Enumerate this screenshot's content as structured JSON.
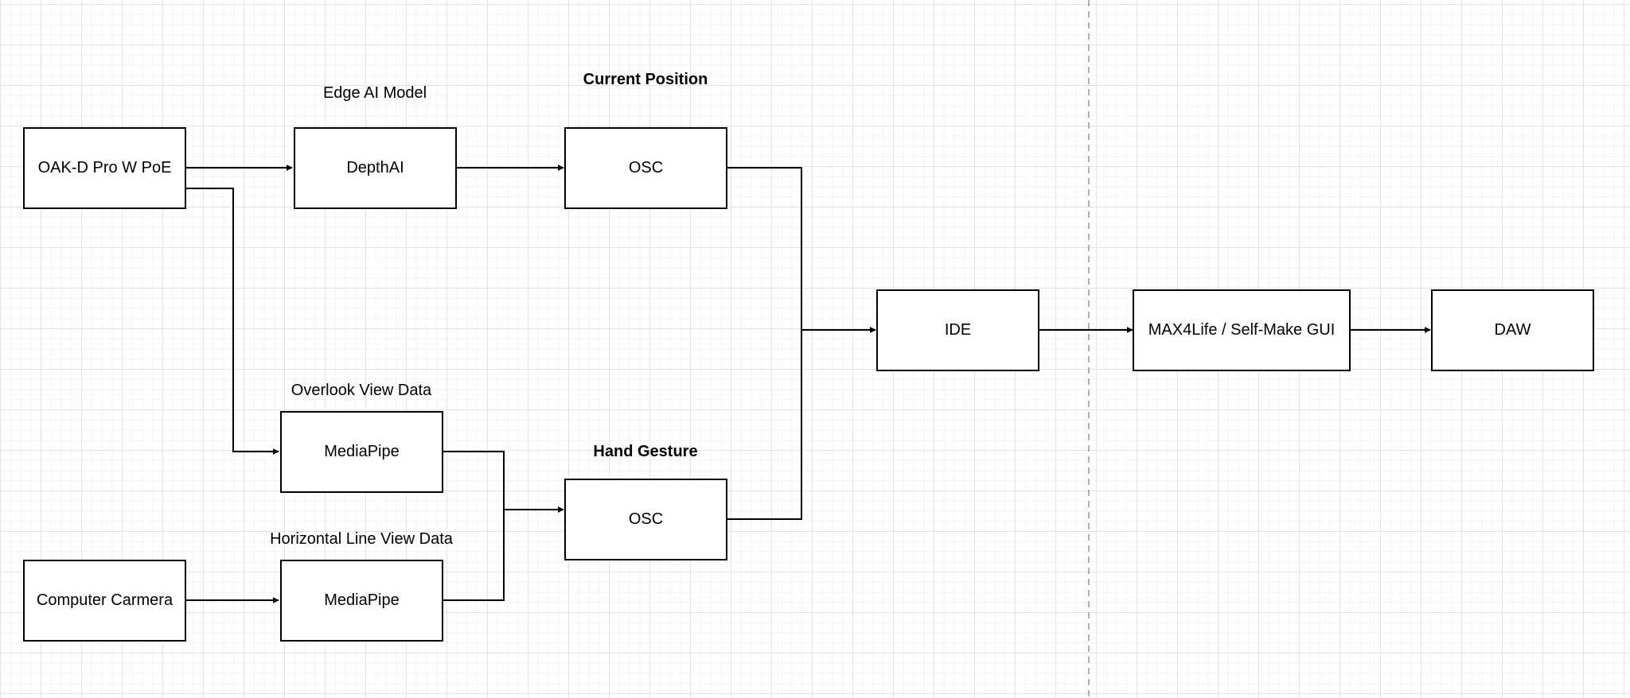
{
  "nodes": {
    "oak": "OAK-D Pro W PoE",
    "depthai": "DepthAI",
    "osc_top": "OSC",
    "ide": "IDE",
    "max": "MAX4Life / Self-Make GUI",
    "daw": "DAW",
    "mp_top": "MediaPipe",
    "osc_bottom": "OSC",
    "camera": "Computer Carmera",
    "mp_bottom": "MediaPipe"
  },
  "labels": {
    "edge_ai": "Edge AI Model",
    "current_position": "Current Position",
    "overlook": "Overlook View Data",
    "hand_gesture": "Hand Gesture",
    "horizontal": "Horizontal Line View Data"
  },
  "colors": {
    "line": "#000000",
    "separator": "#b0b0b0",
    "grid": "#e3e3e3"
  }
}
